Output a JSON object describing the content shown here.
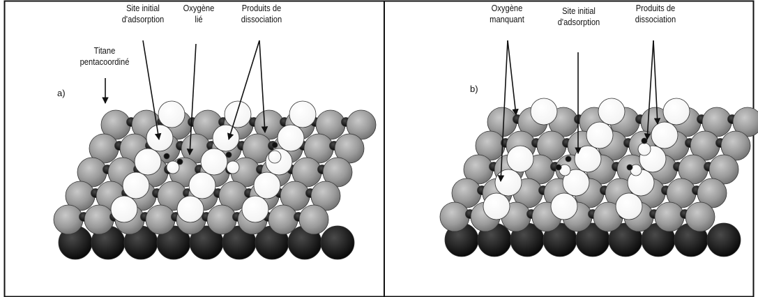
{
  "panels": [
    {
      "letter": "a)",
      "labels": {
        "titane": "Titane\npentacoordiné",
        "site": "Site initial\nd'adsorption",
        "oxygene": "Oxygène\nlié",
        "produits": "Produits de\ndissociation"
      }
    },
    {
      "letter": "b)",
      "labels": {
        "oxygene": "Oxygène\nmanquant",
        "site": "Site initial\nd'adsorption",
        "produits": "Produits de\ndissociation"
      }
    }
  ],
  "colors": {
    "surface_atom": "#8f8f8f",
    "surface_atom_light": "#b5b5b5",
    "titanium_atom": "#0a0a0a",
    "bridging_oxygen": "#ffffff",
    "border": "#111111"
  }
}
